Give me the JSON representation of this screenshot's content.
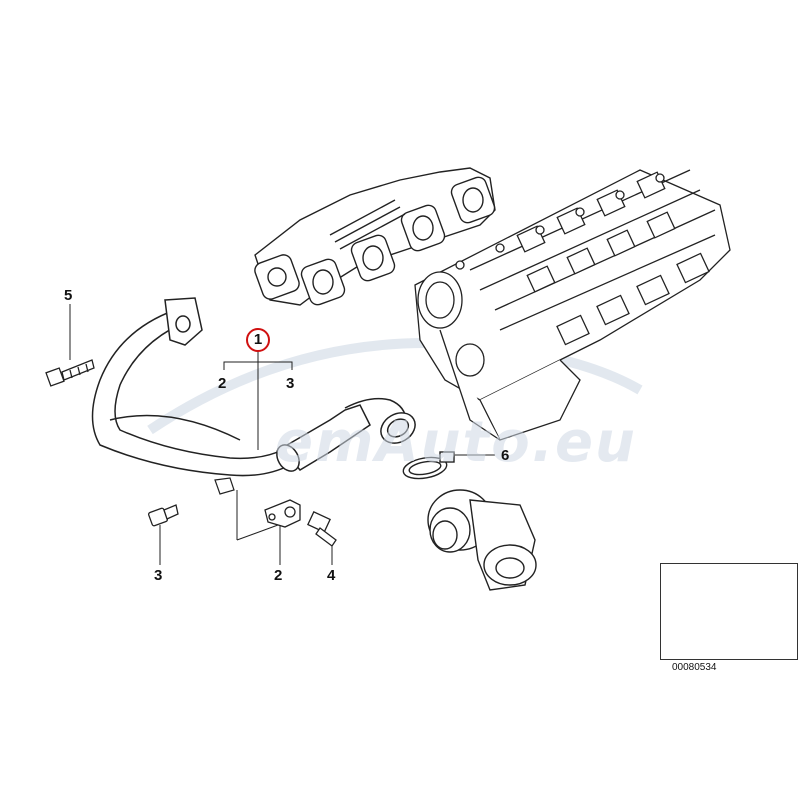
{
  "callouts": {
    "main_part": "1",
    "bracket_left": "2",
    "bracket_right": "3",
    "bolt_left": "3",
    "bracket_piece": "2",
    "screw": "4",
    "top_bolt": "5",
    "clamp": "6"
  },
  "watermark": {
    "text": "emAuto.eu"
  },
  "thumbnail": {
    "code": "00080534"
  },
  "colors": {
    "line": "#222222",
    "highlight": "#d01010",
    "watermark": "#cfd8e4"
  }
}
